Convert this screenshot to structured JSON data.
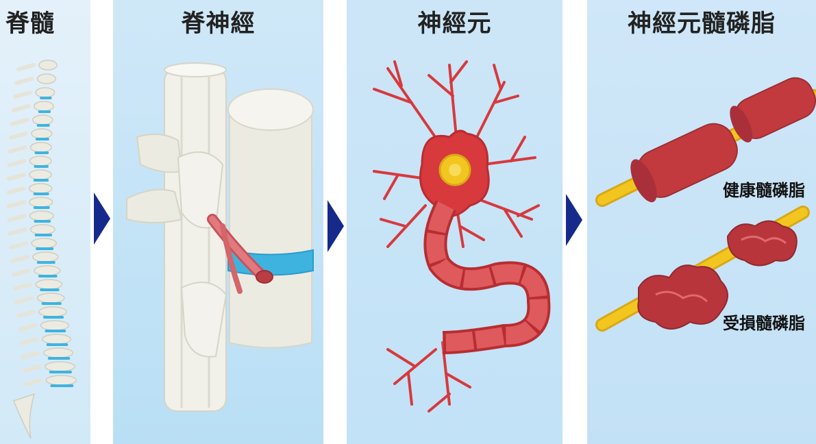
{
  "panels": [
    {
      "title": "脊髓"
    },
    {
      "title": "脊神經"
    },
    {
      "title": "神經元"
    },
    {
      "title": "神經元髓磷脂"
    }
  ],
  "labels": {
    "healthy": "健康髓磷脂",
    "damaged": "受損髓磷脂"
  },
  "colors": {
    "arrow": "#152a8a",
    "bone": "#efeee6",
    "disc": "#3fb3e0",
    "neuron": "#d7393d",
    "axon": "#f2c61f"
  }
}
